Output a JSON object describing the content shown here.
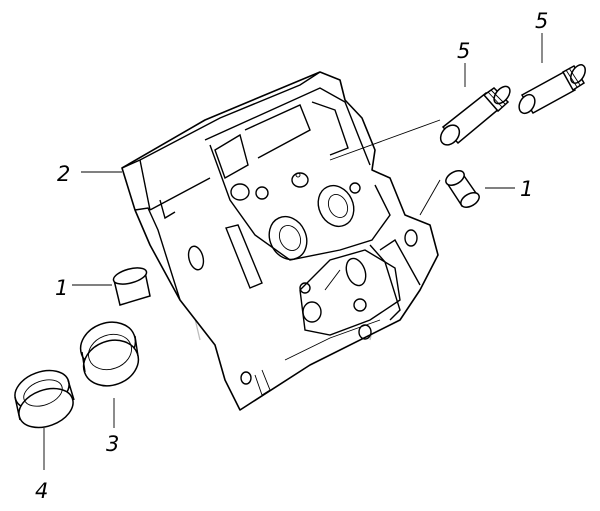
{
  "callouts": [
    {
      "id": "valve-seat-right",
      "label": "1"
    },
    {
      "id": "valve-seat-left",
      "label": "1"
    },
    {
      "id": "cylinder-head",
      "label": "2"
    },
    {
      "id": "seal-ring",
      "label": "3"
    },
    {
      "id": "sleeve-ring",
      "label": "4"
    },
    {
      "id": "valve-guide-middle",
      "label": "5"
    },
    {
      "id": "valve-guide-right",
      "label": "5"
    }
  ]
}
